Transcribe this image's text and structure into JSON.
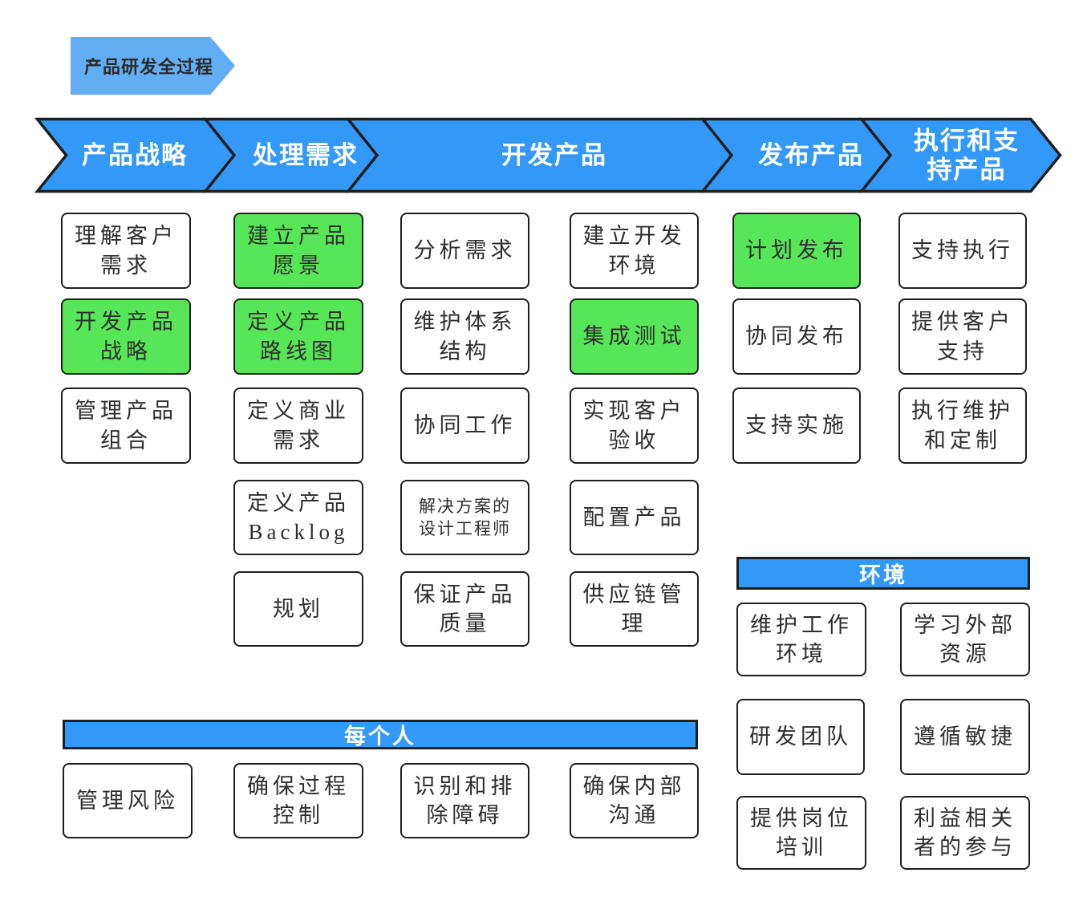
{
  "colors": {
    "phase_arrow_blue": "#3399f8",
    "title_banner_blue": "#63aef3",
    "highlight_green": "#57e657",
    "box_background": "#ffffff",
    "border_dark": "#1f1f1f",
    "box_text": "#2e2e2e",
    "bar_text": "#ffffff"
  },
  "title_banner": {
    "label": "产品研发全过程"
  },
  "phases": [
    {
      "label": "产品战略"
    },
    {
      "label": "处理需求"
    },
    {
      "label": "开发产品"
    },
    {
      "label": "发布产品"
    },
    {
      "label": "执行和支\n持产品"
    }
  ],
  "columns": [
    {
      "phase": "产品战略",
      "boxes": [
        {
          "text": "理解客户\n需求",
          "highlighted": false
        },
        {
          "text": "开发产品\n战略",
          "highlighted": true
        },
        {
          "text": "管理产品\n组合",
          "highlighted": false
        }
      ]
    },
    {
      "phase": "处理需求",
      "boxes": [
        {
          "text": "建立产品\n愿景",
          "highlighted": true
        },
        {
          "text": "定义产品\n路线图",
          "highlighted": true
        },
        {
          "text": "定义商业\n需求",
          "highlighted": false
        },
        {
          "text": "定义产品\nBacklog",
          "highlighted": false
        },
        {
          "text": "规划",
          "highlighted": false
        }
      ]
    },
    {
      "phase": "开发产品",
      "boxes": [
        {
          "text": "分析需求",
          "highlighted": false
        },
        {
          "text": "维护体系\n结构",
          "highlighted": false
        },
        {
          "text": "协同工作",
          "highlighted": false
        },
        {
          "text": "解决方案的\n设计工程师",
          "highlighted": false
        },
        {
          "text": "保证产品\n质量",
          "highlighted": false
        }
      ]
    },
    {
      "phase": "开发产品",
      "boxes": [
        {
          "text": "建立开发\n环境",
          "highlighted": false
        },
        {
          "text": "集成测试",
          "highlighted": true
        },
        {
          "text": "实现客户\n验收",
          "highlighted": false
        },
        {
          "text": "配置产品",
          "highlighted": false
        },
        {
          "text": "供应链管\n理",
          "highlighted": false
        }
      ]
    },
    {
      "phase": "发布产品",
      "boxes": [
        {
          "text": "计划发布",
          "highlighted": true
        },
        {
          "text": "协同发布",
          "highlighted": false
        },
        {
          "text": "支持实施",
          "highlighted": false
        }
      ]
    },
    {
      "phase": "执行和支持产品",
      "boxes": [
        {
          "text": "支持执行",
          "highlighted": false
        },
        {
          "text": "提供客户\n支持",
          "highlighted": false
        },
        {
          "text": "执行维护\n和定制",
          "highlighted": false
        }
      ]
    }
  ],
  "everyone_section": {
    "title": "每个人",
    "boxes": [
      {
        "text": "管理风险"
      },
      {
        "text": "确保过程\n控制"
      },
      {
        "text": "识别和排\n除障碍"
      },
      {
        "text": "确保内部\n沟通"
      }
    ]
  },
  "environment_section": {
    "title": "环境",
    "boxes": [
      {
        "text": "维护工作\n环境"
      },
      {
        "text": "学习外部\n资源"
      },
      {
        "text": "研发团队"
      },
      {
        "text": "遵循敏捷"
      },
      {
        "text": "提供岗位\n培训"
      },
      {
        "text": "利益相关\n者的参与"
      }
    ]
  }
}
